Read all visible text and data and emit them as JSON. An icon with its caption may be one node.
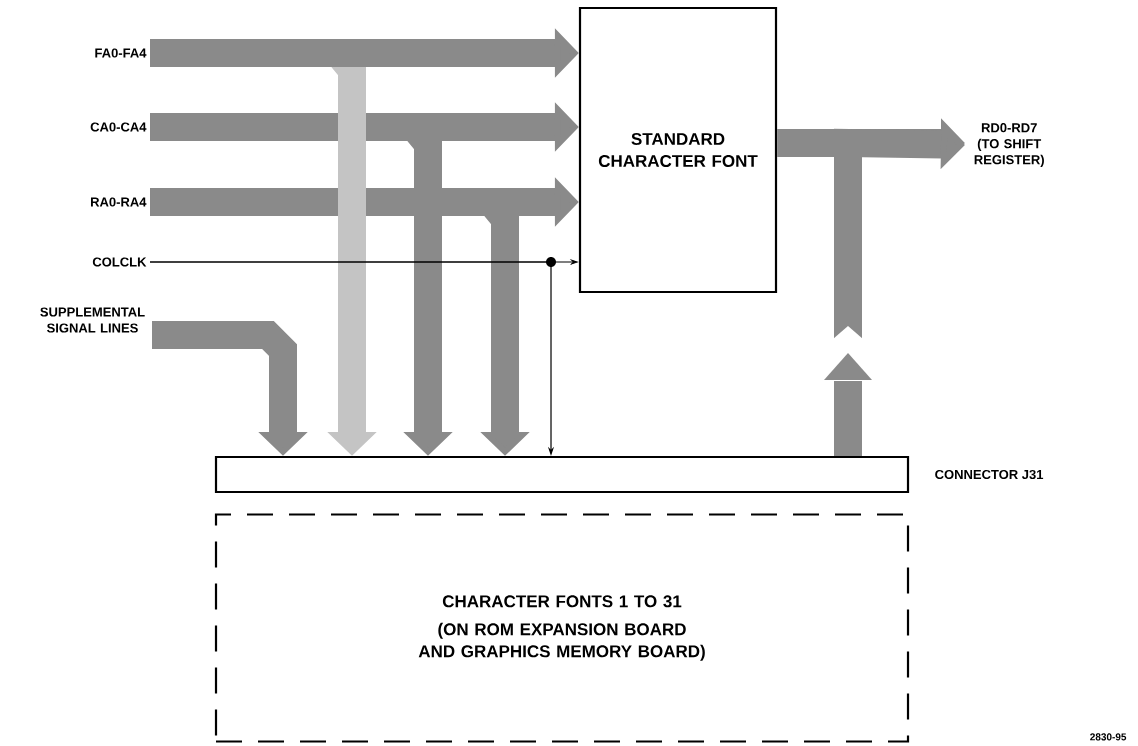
{
  "diagram": {
    "nodes": [
      {
        "text": [
          "FA0-FA4"
        ]
      },
      {
        "text": [
          "CA0-CA4"
        ]
      },
      {
        "text": [
          "RA0-RA4"
        ]
      },
      {
        "text": [
          "COLCLK"
        ]
      },
      {
        "text": [
          "SUPPLEMENTAL SIGNAL LINES"
        ]
      },
      {
        "text": [
          "STANDARD CHARACTER FONT"
        ]
      },
      {
        "text": [
          "RD0-RD7 (TO SHIFT REGISTER)"
        ]
      },
      {
        "text": [],
        "shape": "box",
        "beside": [
          "CONNECTOR J31"
        ]
      },
      {
        "text": [
          "CHARACTER FONTS 1 TO 31",
          "(ON ROM EXPANSION BOARD AND GRAPHICS MEMORY BOARD)"
        ]
      }
    ],
    "edges": [
      {
        "from": 0,
        "to": 5,
        "arrow": "to"
      },
      {
        "from": 1,
        "to": 5,
        "arrow": "to"
      },
      {
        "from": 2,
        "to": 5,
        "arrow": "to"
      },
      {
        "from": 3,
        "to": 5,
        "arrow": "to",
        "color": "#000000"
      },
      {
        "from": 0,
        "to": 7,
        "arrow": "to",
        "color": "#c4c4c4"
      },
      {
        "from": 1,
        "to": 7,
        "arrow": "to"
      },
      {
        "from": 2,
        "to": 7,
        "arrow": "to"
      },
      {
        "from": 3,
        "to": 7,
        "arrow": "to",
        "color": "#000000"
      },
      {
        "from": 4,
        "to": 7,
        "arrow": "to"
      },
      {
        "from": 5,
        "to": 6,
        "arrow": "to"
      },
      {
        "from": 7,
        "to": 6,
        "arrow": "to"
      }
    ],
    "labels": [
      "2830-95"
    ]
  }
}
